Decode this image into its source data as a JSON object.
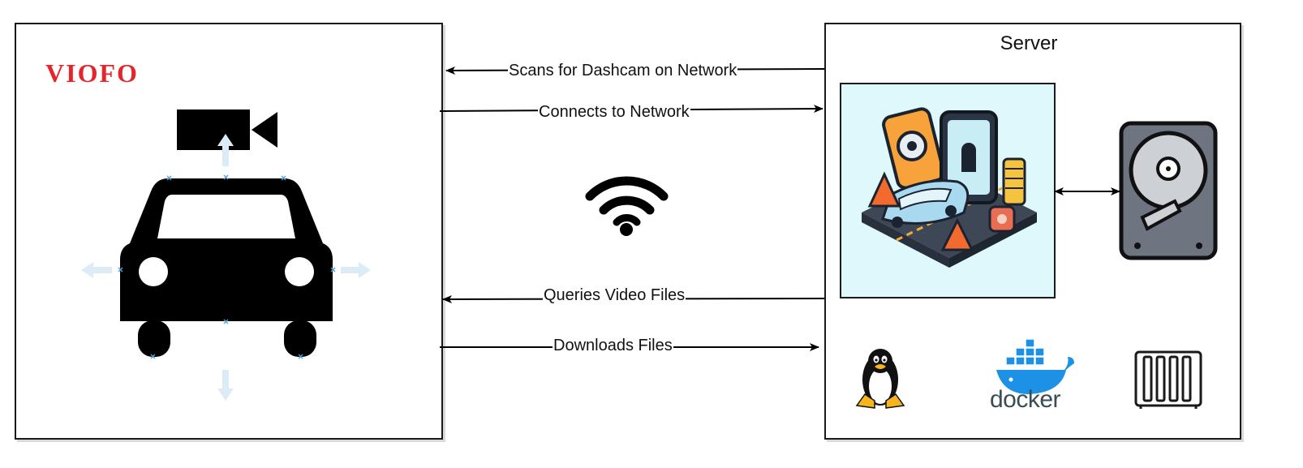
{
  "dashcam": {
    "brand": "VIOFO"
  },
  "server": {
    "title": "Server"
  },
  "flows": {
    "scan_label": "Scans for Dashcam on Network",
    "connect_label": "Connects to Network",
    "query_label": "Queries Video Files",
    "download_label": "Downloads Files"
  },
  "tools": {
    "docker_label": "docker"
  },
  "icons": [
    "camera-icon",
    "car-icon",
    "wifi-icon",
    "dashcam-app-icon",
    "hard-drive-icon",
    "linux-tux-icon",
    "docker-whale-icon",
    "nas-icon"
  ],
  "colors": {
    "brand_red": "#e3252c",
    "frame_stroke": "#1a1a1a",
    "app_panel_bg": "#dff8fb",
    "docker_blue": "#1d91e6",
    "hint_arrows": "#dcecf6",
    "marker_x": "#4aa3df"
  }
}
